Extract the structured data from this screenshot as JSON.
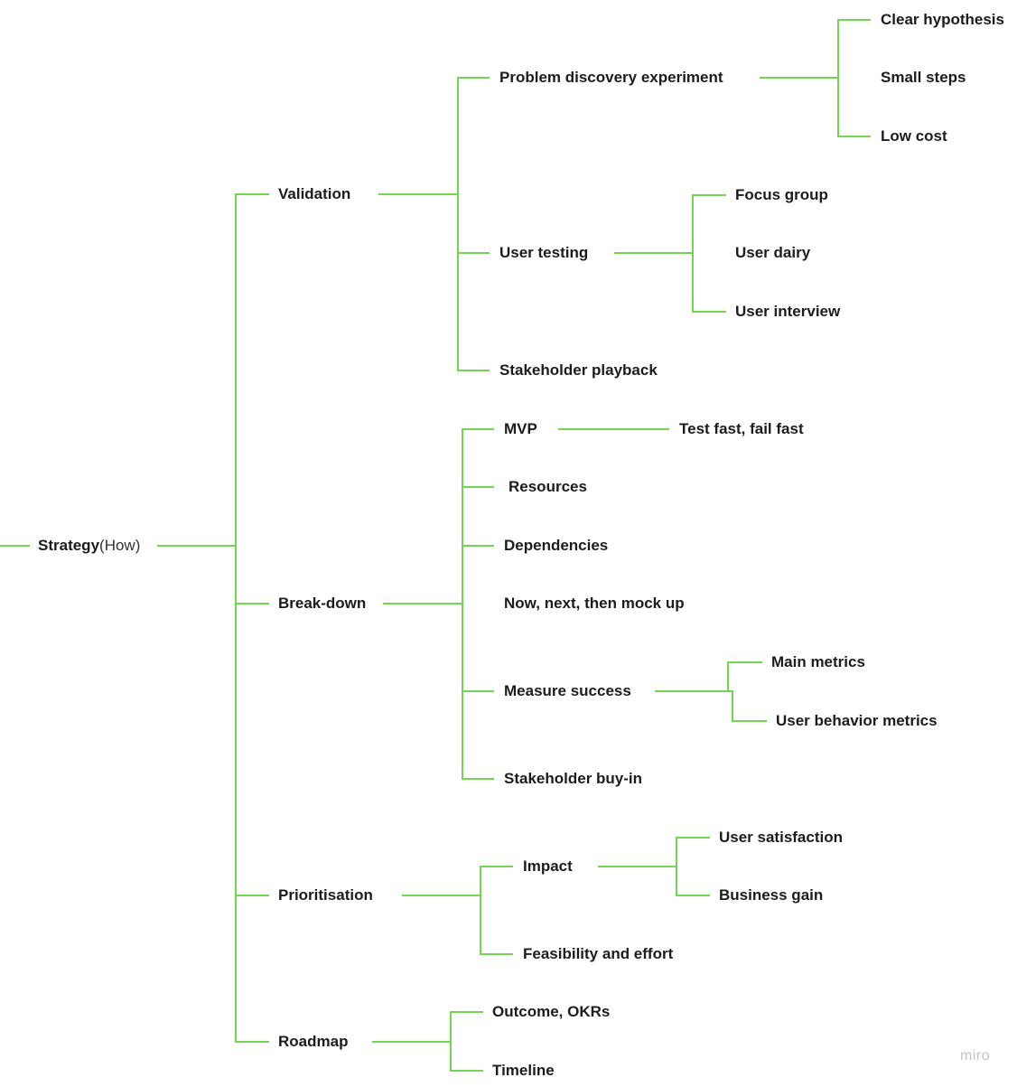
{
  "colors": {
    "connector": "#74d453",
    "text": "#1c1c1c",
    "watermark": "#c4c4c4"
  },
  "watermark": "miro",
  "root": {
    "label": "Strategy",
    "suffix": "(How)",
    "children": [
      {
        "label": "Validation",
        "children": [
          {
            "label": "Problem discovery experiment",
            "children": [
              {
                "label": "Clear hypothesis"
              },
              {
                "label": "Small steps"
              },
              {
                "label": "Low cost"
              }
            ]
          },
          {
            "label": "User testing",
            "children": [
              {
                "label": "Focus group"
              },
              {
                "label": "User dairy"
              },
              {
                "label": "User interview"
              }
            ]
          },
          {
            "label": "Stakeholder playback"
          }
        ]
      },
      {
        "label": "Break-down",
        "children": [
          {
            "label": "MVP",
            "children": [
              {
                "label": "Test fast, fail fast"
              }
            ]
          },
          {
            "label": "Resources"
          },
          {
            "label": "Dependencies"
          },
          {
            "label": "Now, next, then mock up"
          },
          {
            "label": "Measure success",
            "children": [
              {
                "label": "Main metrics"
              },
              {
                "label": "User behavior metrics"
              }
            ]
          },
          {
            "label": "Stakeholder buy-in"
          }
        ]
      },
      {
        "label": "Prioritisation",
        "children": [
          {
            "label": "Impact",
            "children": [
              {
                "label": "User satisfaction"
              },
              {
                "label": "Business gain"
              }
            ]
          },
          {
            "label": "Feasibility and effort"
          }
        ]
      },
      {
        "label": "Roadmap",
        "children": [
          {
            "label": "Outcome, OKRs"
          },
          {
            "label": "Timeline"
          }
        ]
      }
    ]
  }
}
